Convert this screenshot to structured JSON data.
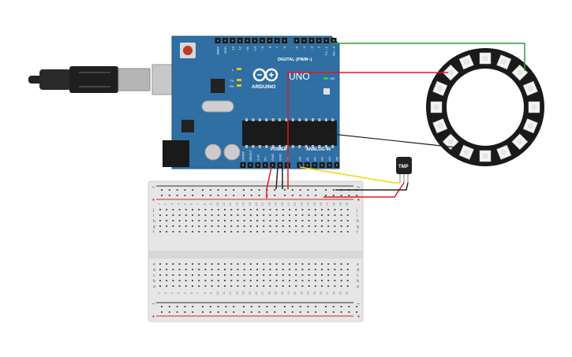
{
  "arduino": {
    "brand": "ARDUINO",
    "model": "UNO",
    "digital_header": "DIGITAL (PWM~)",
    "power_header": "POWER",
    "analog_header": "ANALOG IN",
    "tx_label": "TX",
    "rx_label": "RX",
    "l_label": "L",
    "on_label": "ON",
    "digital_pins": [
      "AREF",
      "GND",
      "13",
      "12",
      "~11",
      "~10",
      "~9",
      "8",
      "7",
      "~6",
      "~5",
      "4",
      "~3",
      "2",
      "TX→1",
      "RX←0"
    ],
    "power_pins": [
      "IOREF",
      "RESET",
      "3.3V",
      "5V",
      "GND",
      "GND",
      "Vin"
    ],
    "analog_pins": [
      "A0",
      "A1",
      "A2",
      "A3",
      "A4",
      "A5"
    ]
  },
  "sensor": {
    "label": "TMP"
  },
  "ring": {
    "led_count": 16
  },
  "breadboard": {
    "rows_top": [
      "j",
      "i",
      "h",
      "g",
      "f"
    ],
    "rows_bottom": [
      "e",
      "d",
      "c",
      "b",
      "a"
    ],
    "columns": [
      "1",
      "2",
      "3",
      "4",
      "5",
      "6",
      "7",
      "8",
      "9",
      "10",
      "11",
      "12",
      "13",
      "14",
      "15",
      "16",
      "17",
      "18",
      "19",
      "20",
      "21",
      "22",
      "23",
      "24",
      "25",
      "26",
      "27",
      "28",
      "29",
      "30"
    ],
    "rail_minus": "−",
    "rail_plus": "+"
  },
  "colors": {
    "board": "#2f6fa3",
    "wire_red": "#e01a1a",
    "wire_black": "#222222",
    "wire_yellow": "#f2d600",
    "wire_green": "#2e9e3a",
    "ring": "#1a1a1a"
  }
}
